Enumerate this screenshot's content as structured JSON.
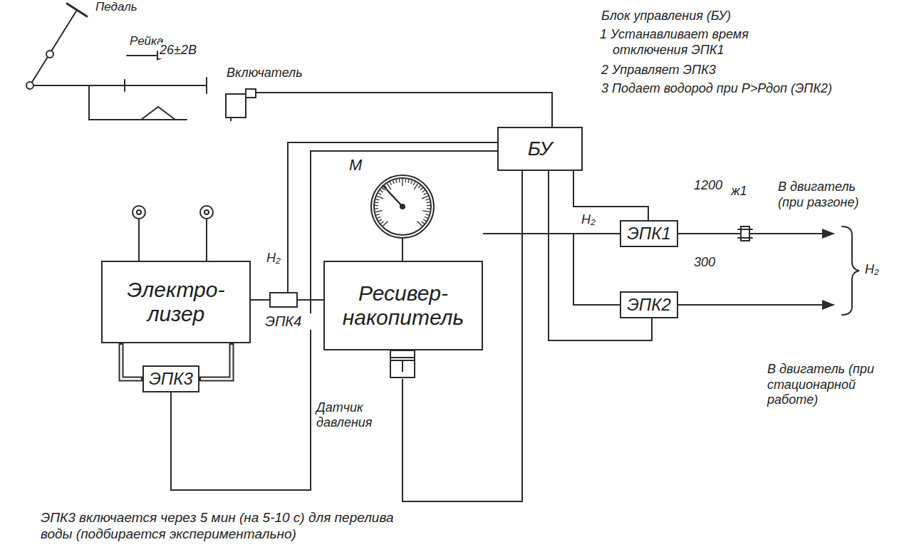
{
  "diagram": {
    "nodes": [
      {
        "text": [
          "Включатель"
        ]
      },
      {
        "text": [
          "БУ"
        ]
      },
      {
        "text": [
          "M"
        ]
      },
      {
        "text": [
          "Электро- лизер"
        ]
      },
      {
        "text": [
          "ЭПК4"
        ]
      },
      {
        "text": [
          "Ресивер- накопитель"
        ]
      },
      {
        "text": [
          "ЭПК1"
        ]
      },
      {
        "text": [
          "ЭПК2"
        ]
      },
      {
        "text": [
          "Датчик давления"
        ]
      },
      {
        "text": [
          "ЭПК3"
        ]
      }
    ],
    "edges": [
      {
        "from": 3,
        "to": 4,
        "arrow": "none"
      },
      {
        "from": 4,
        "to": 5,
        "arrow": "none"
      },
      {
        "from": 2,
        "to": 5,
        "arrow": "none"
      },
      {
        "from": 5,
        "to": 6,
        "arrow": "none"
      },
      {
        "from": 5,
        "to": 7,
        "arrow": "none"
      },
      {
        "from": 0,
        "to": 1,
        "arrow": "none"
      },
      {
        "from": 1,
        "to": 4,
        "arrow": "none"
      },
      {
        "from": 1,
        "to": 9,
        "arrow": "none"
      },
      {
        "from": 8,
        "to": 1,
        "arrow": "none"
      },
      {
        "from": 1,
        "to": 6,
        "arrow": "none"
      },
      {
        "from": 1,
        "to": 7,
        "arrow": "none"
      },
      {
        "from": 3,
        "to": 9,
        "arrow": "none"
      },
      {
        "from": 3,
        "to": 9,
        "arrow": "none"
      }
    ],
    "labels": [
      "Педаль",
      "Рейка",
      "Блок управления (БУ)",
      "1 Устанавливает время отключения ЭПК1",
      "2 Управляет ЭПК3",
      "3 Подает водород при Р>Рдоп (ЭПК2)",
      "26±2В",
      "H₂",
      "H₂",
      "1200",
      "ж1",
      "В двигатель (при разгоне)",
      "300",
      "В двигатель (при стационарной работе)",
      "H₂",
      "ЭПК3 включается через 5 мин (на 5-10 с) для перелива воды (подбирается экспериментально)"
    ]
  }
}
